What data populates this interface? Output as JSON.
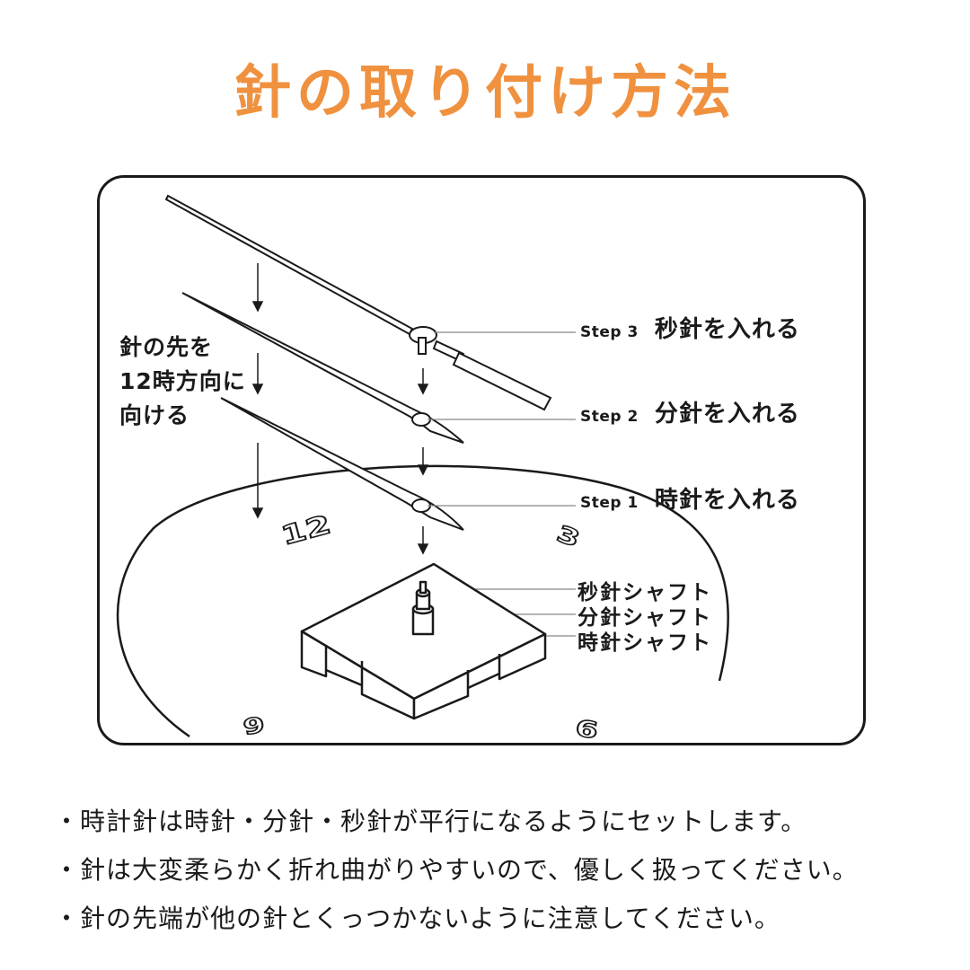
{
  "title": "針の取り付け方法",
  "accent_color": "#f0913f",
  "diagram": {
    "note_lines": [
      "針の先を",
      "12時方向に",
      "向ける"
    ],
    "steps": [
      {
        "step": "Step 3",
        "label": "秒針を入れる"
      },
      {
        "step": "Step 2",
        "label": "分針を入れる"
      },
      {
        "step": "Step 1",
        "label": "時針を入れる"
      }
    ],
    "shafts": [
      "秒針シャフト",
      "分針シャフト",
      "時針シャフト"
    ],
    "dial_numbers": [
      "12",
      "3",
      "9",
      "6"
    ]
  },
  "bullets": [
    "・時計針は時針・分針・秒針が平行になるようにセットします。",
    "・針は大変柔らかく折れ曲がりやすいので、優しく扱ってください。",
    "・針の先端が他の針とくっつかないように注意してください。"
  ]
}
